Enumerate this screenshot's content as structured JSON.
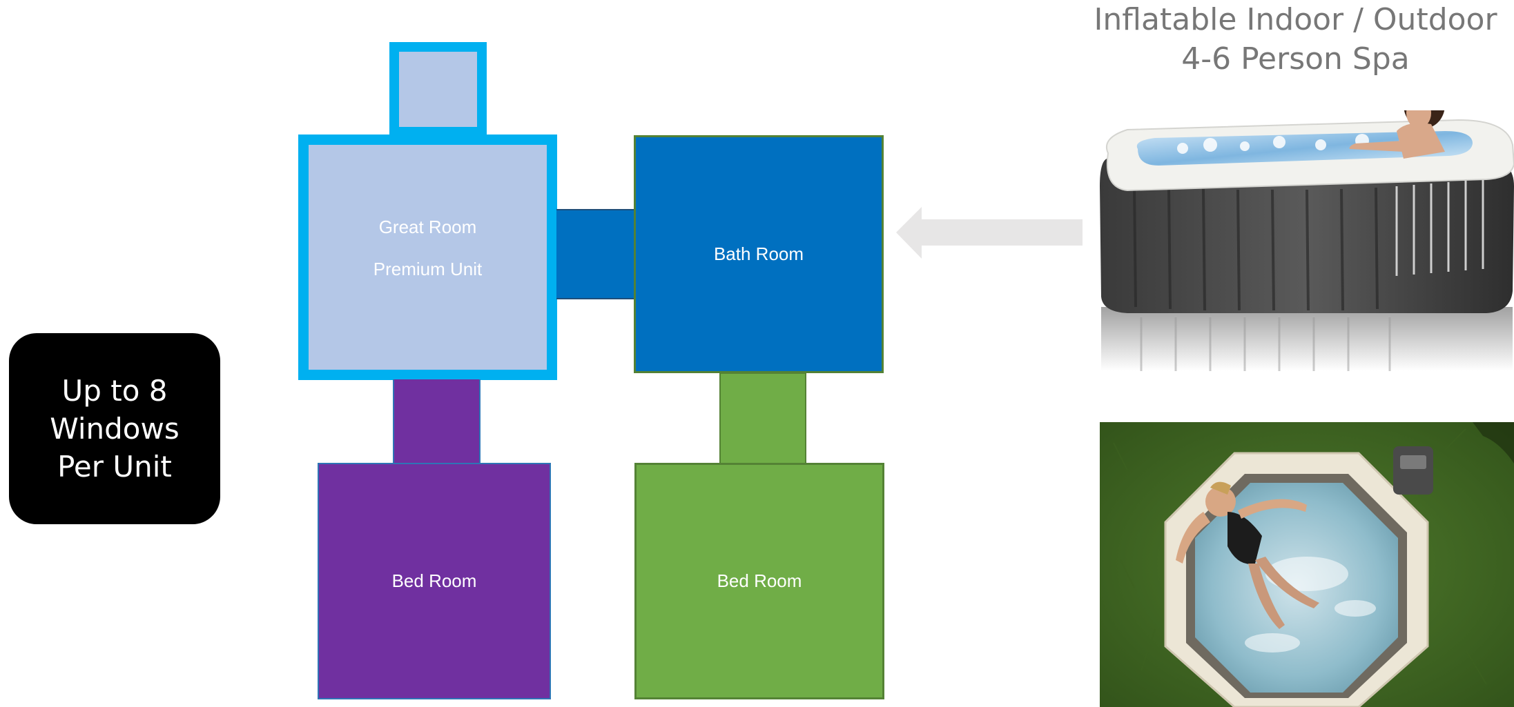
{
  "badge": {
    "text": "Up to 8\nWindows\nPer Unit",
    "background": "#000000"
  },
  "floor_plan": {
    "great_room": {
      "line1": "Great Room",
      "line2": "Premium Unit",
      "fill": "#b4c7e7",
      "border": "#00b0f0"
    },
    "bath_room": {
      "label": "Bath Room",
      "fill": "#0070c0",
      "border": "#548235"
    },
    "bed_room_left": {
      "label": "Bed Room",
      "fill": "#7030a0",
      "border": "#2e75b6"
    },
    "bed_room_right": {
      "label": "Bed Room",
      "fill": "#70ad47",
      "border": "#548235"
    },
    "connector_color": "#0070c0"
  },
  "spa": {
    "title": "Inflatable Indoor / Outdoor\n4-6 Person Spa",
    "arrow_color": "#e7e6e6"
  }
}
